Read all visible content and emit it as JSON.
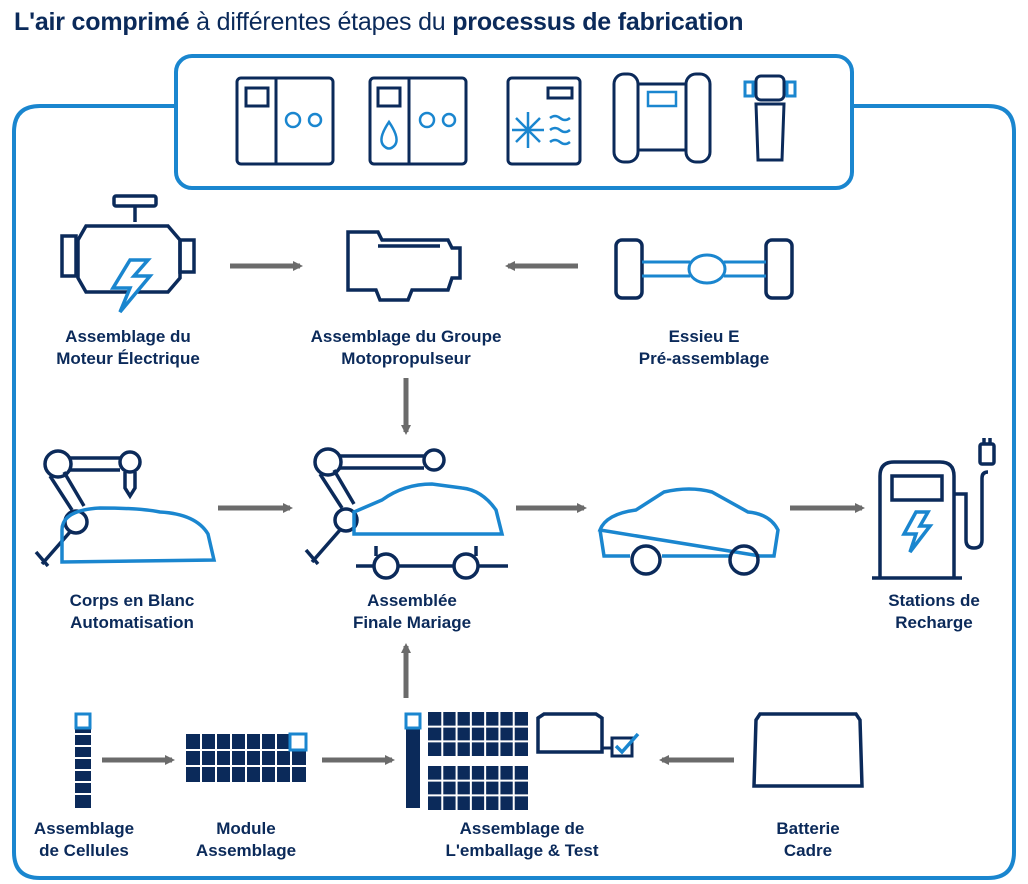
{
  "title": {
    "part1": "L'air comprimé",
    "part2": " à différentes étapes du ",
    "part3": "processus de fabrication"
  },
  "colors": {
    "navy": "#0b2a5a",
    "blue": "#1a86cf",
    "arrow": "#6b6b6b"
  },
  "equipment_icons": [
    "compressor-icon",
    "oil-free-compressor-icon",
    "dryer-icon",
    "tank-icon",
    "filter-icon"
  ],
  "stages": {
    "motor": {
      "line1": "Assemblage du",
      "line2": "Moteur Électrique",
      "icon": "electric-motor-icon"
    },
    "powertrain": {
      "line1": "Assemblage du Groupe",
      "line2": "Motopropulseur",
      "icon": "gearbox-icon"
    },
    "eaxle": {
      "line1": "Essieu E",
      "line2": "Pré-assemblage",
      "icon": "axle-icon"
    },
    "body": {
      "line1": "Corps en Blanc",
      "line2": "Automatisation",
      "icon": "robot-car-body-icon"
    },
    "marriage": {
      "line1": "Assemblée",
      "line2": "Finale Mariage",
      "icon": "robot-assembly-icon"
    },
    "car": {
      "icon": "car-icon"
    },
    "charging": {
      "line1": "Stations de",
      "line2": "Recharge",
      "icon": "charging-station-icon"
    },
    "cells": {
      "line1": "Assemblage",
      "line2": "de Cellules",
      "icon": "battery-cell-icon"
    },
    "module": {
      "line1": "Module",
      "line2": "Assemblage",
      "icon": "battery-module-icon"
    },
    "pack": {
      "line1": "Assemblage de",
      "line2": "L'emballage & Test",
      "icon": "battery-pack-icon"
    },
    "frame": {
      "line1": "Batterie",
      "line2": "Cadre",
      "icon": "battery-frame-icon"
    }
  }
}
